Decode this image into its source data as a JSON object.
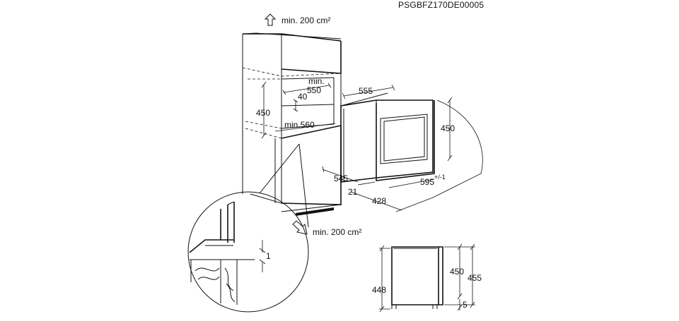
{
  "reference_code": "PSGBFZ170DE00005",
  "labels": {
    "vent_top": "min. 200 cm²",
    "vent_bottom": "min. 200 cm²",
    "niche_width_min": "min.",
    "niche_width_value": "550",
    "niche_gap": "40",
    "niche_height": "450",
    "niche_depth_min": "min.560",
    "oven_width": "555",
    "oven_height": "450",
    "oven_depth_front": "545",
    "oven_depth_side": "595",
    "oven_depth_side_tol": "+/-1",
    "front_offset": "21",
    "depth_428": "428",
    "detail_gap": "1",
    "side_448": "448",
    "side_450": "450",
    "side_455": "455",
    "side_5": "5"
  },
  "icons": {
    "vent_top": "arrow-up-outline-icon",
    "vent_bottom": "arrow-down-left-outline-icon"
  }
}
